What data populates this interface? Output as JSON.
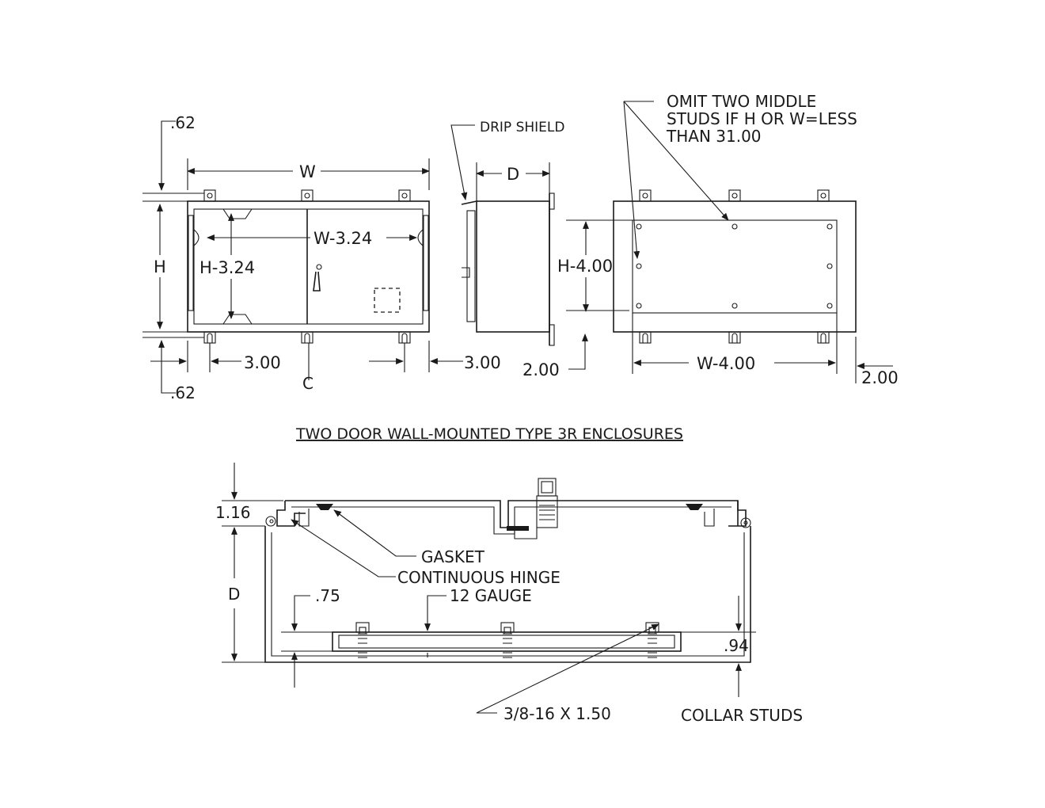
{
  "dims": {
    "top_offset": ".62",
    "bottom_offset": ".62",
    "width": "W",
    "height": "H",
    "inner_width": "W-3.24",
    "inner_height": "H-3.24",
    "left_stud": "3.00",
    "right_stud": "3.00",
    "depth": "D",
    "back_height": "H-4.00",
    "back_offset_left": "2.00",
    "back_width": "W-4.00",
    "back_offset_right": "2.00",
    "centerline": "C",
    "section_top": "1.16",
    "section_depth": "D",
    "panel_offset": ".75",
    "collar_offset": ".94"
  },
  "notes": {
    "drip_shield": "DRIP SHIELD",
    "omit_line1": "OMIT TWO MIDDLE",
    "omit_line2": "STUDS IF H OR W=LESS",
    "omit_line3": "THAN 31.00",
    "gasket": "GASKET",
    "hinge": "CONTINUOUS HINGE",
    "gauge": "12 GAUGE",
    "stud_size": "3/8-16 X 1.50",
    "collar_studs": "COLLAR STUDS"
  },
  "title": "TWO DOOR WALL-MOUNTED TYPE 3R ENCLOSURES"
}
